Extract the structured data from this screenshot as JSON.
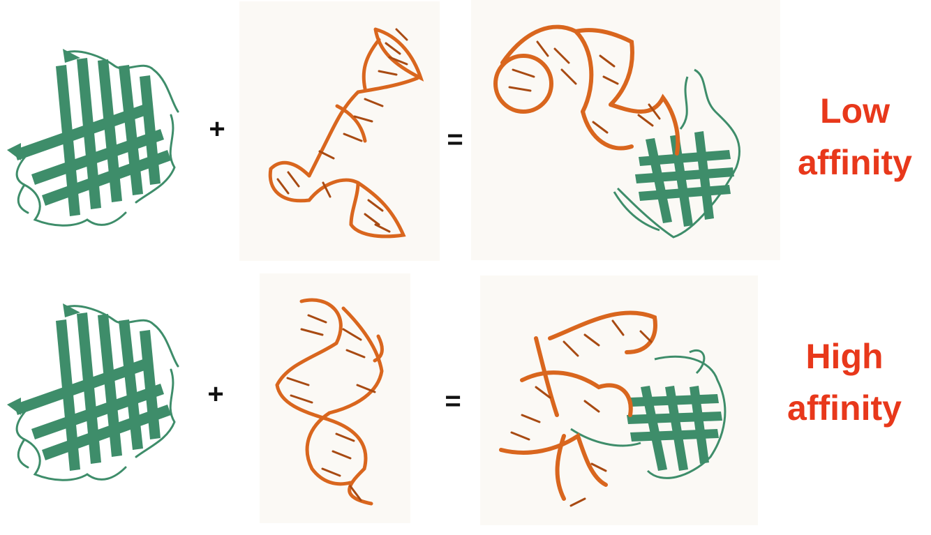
{
  "rows": [
    {
      "plus": "+",
      "equals": "=",
      "label_line1": "Low",
      "label_line2": "affinity"
    },
    {
      "plus": "+",
      "equals": "=",
      "label_line1": "High",
      "label_line2": "affinity"
    }
  ],
  "colors": {
    "protein": "#3e8d6a",
    "rna": "#d9661e",
    "rna_dark": "#a84a12",
    "label": "#e8381b",
    "panel": "#fbf9f5"
  }
}
